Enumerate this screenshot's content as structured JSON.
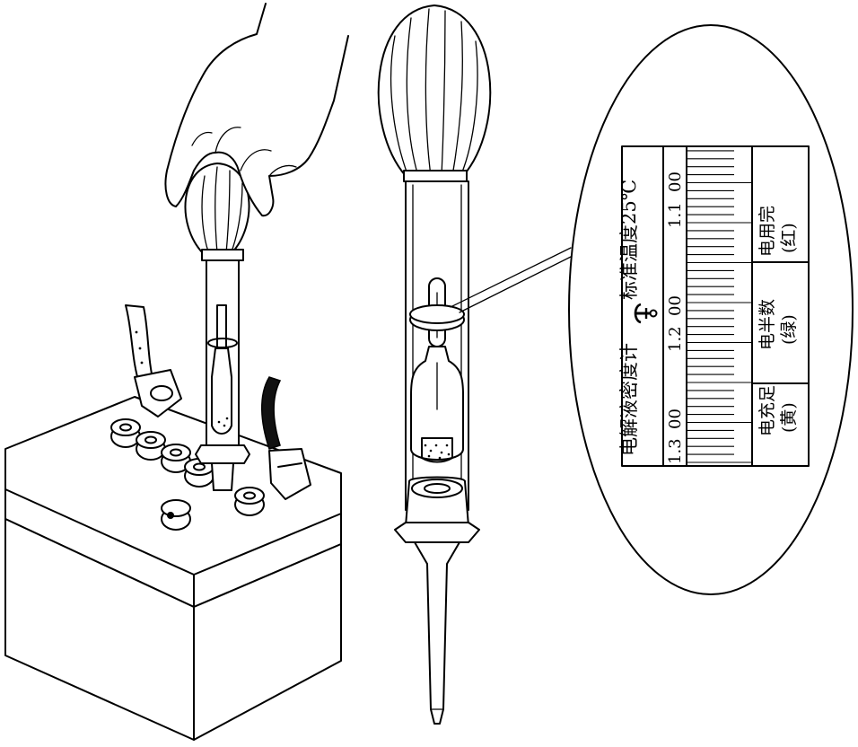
{
  "scale_card": {
    "title": "电解液密度计",
    "standard_temperature": "标准温度25℃",
    "tick_labels": [
      "1.3",
      "00",
      "1.2",
      "00",
      "1.1",
      "00"
    ],
    "zones": [
      {
        "line1": "电充足",
        "line2": "(黄)",
        "color_hex": "#ffd400"
      },
      {
        "line1": "电半数",
        "line2": "(绿)",
        "color_hex": "#2e9e3e"
      },
      {
        "line1": "电用完",
        "line2": "(红)",
        "color_hex": "#d62020"
      }
    ]
  },
  "icons": [
    "hand-icon",
    "bulb-icon",
    "battery-icon",
    "hydrometer-icon",
    "float-icon",
    "anchor-icon"
  ]
}
